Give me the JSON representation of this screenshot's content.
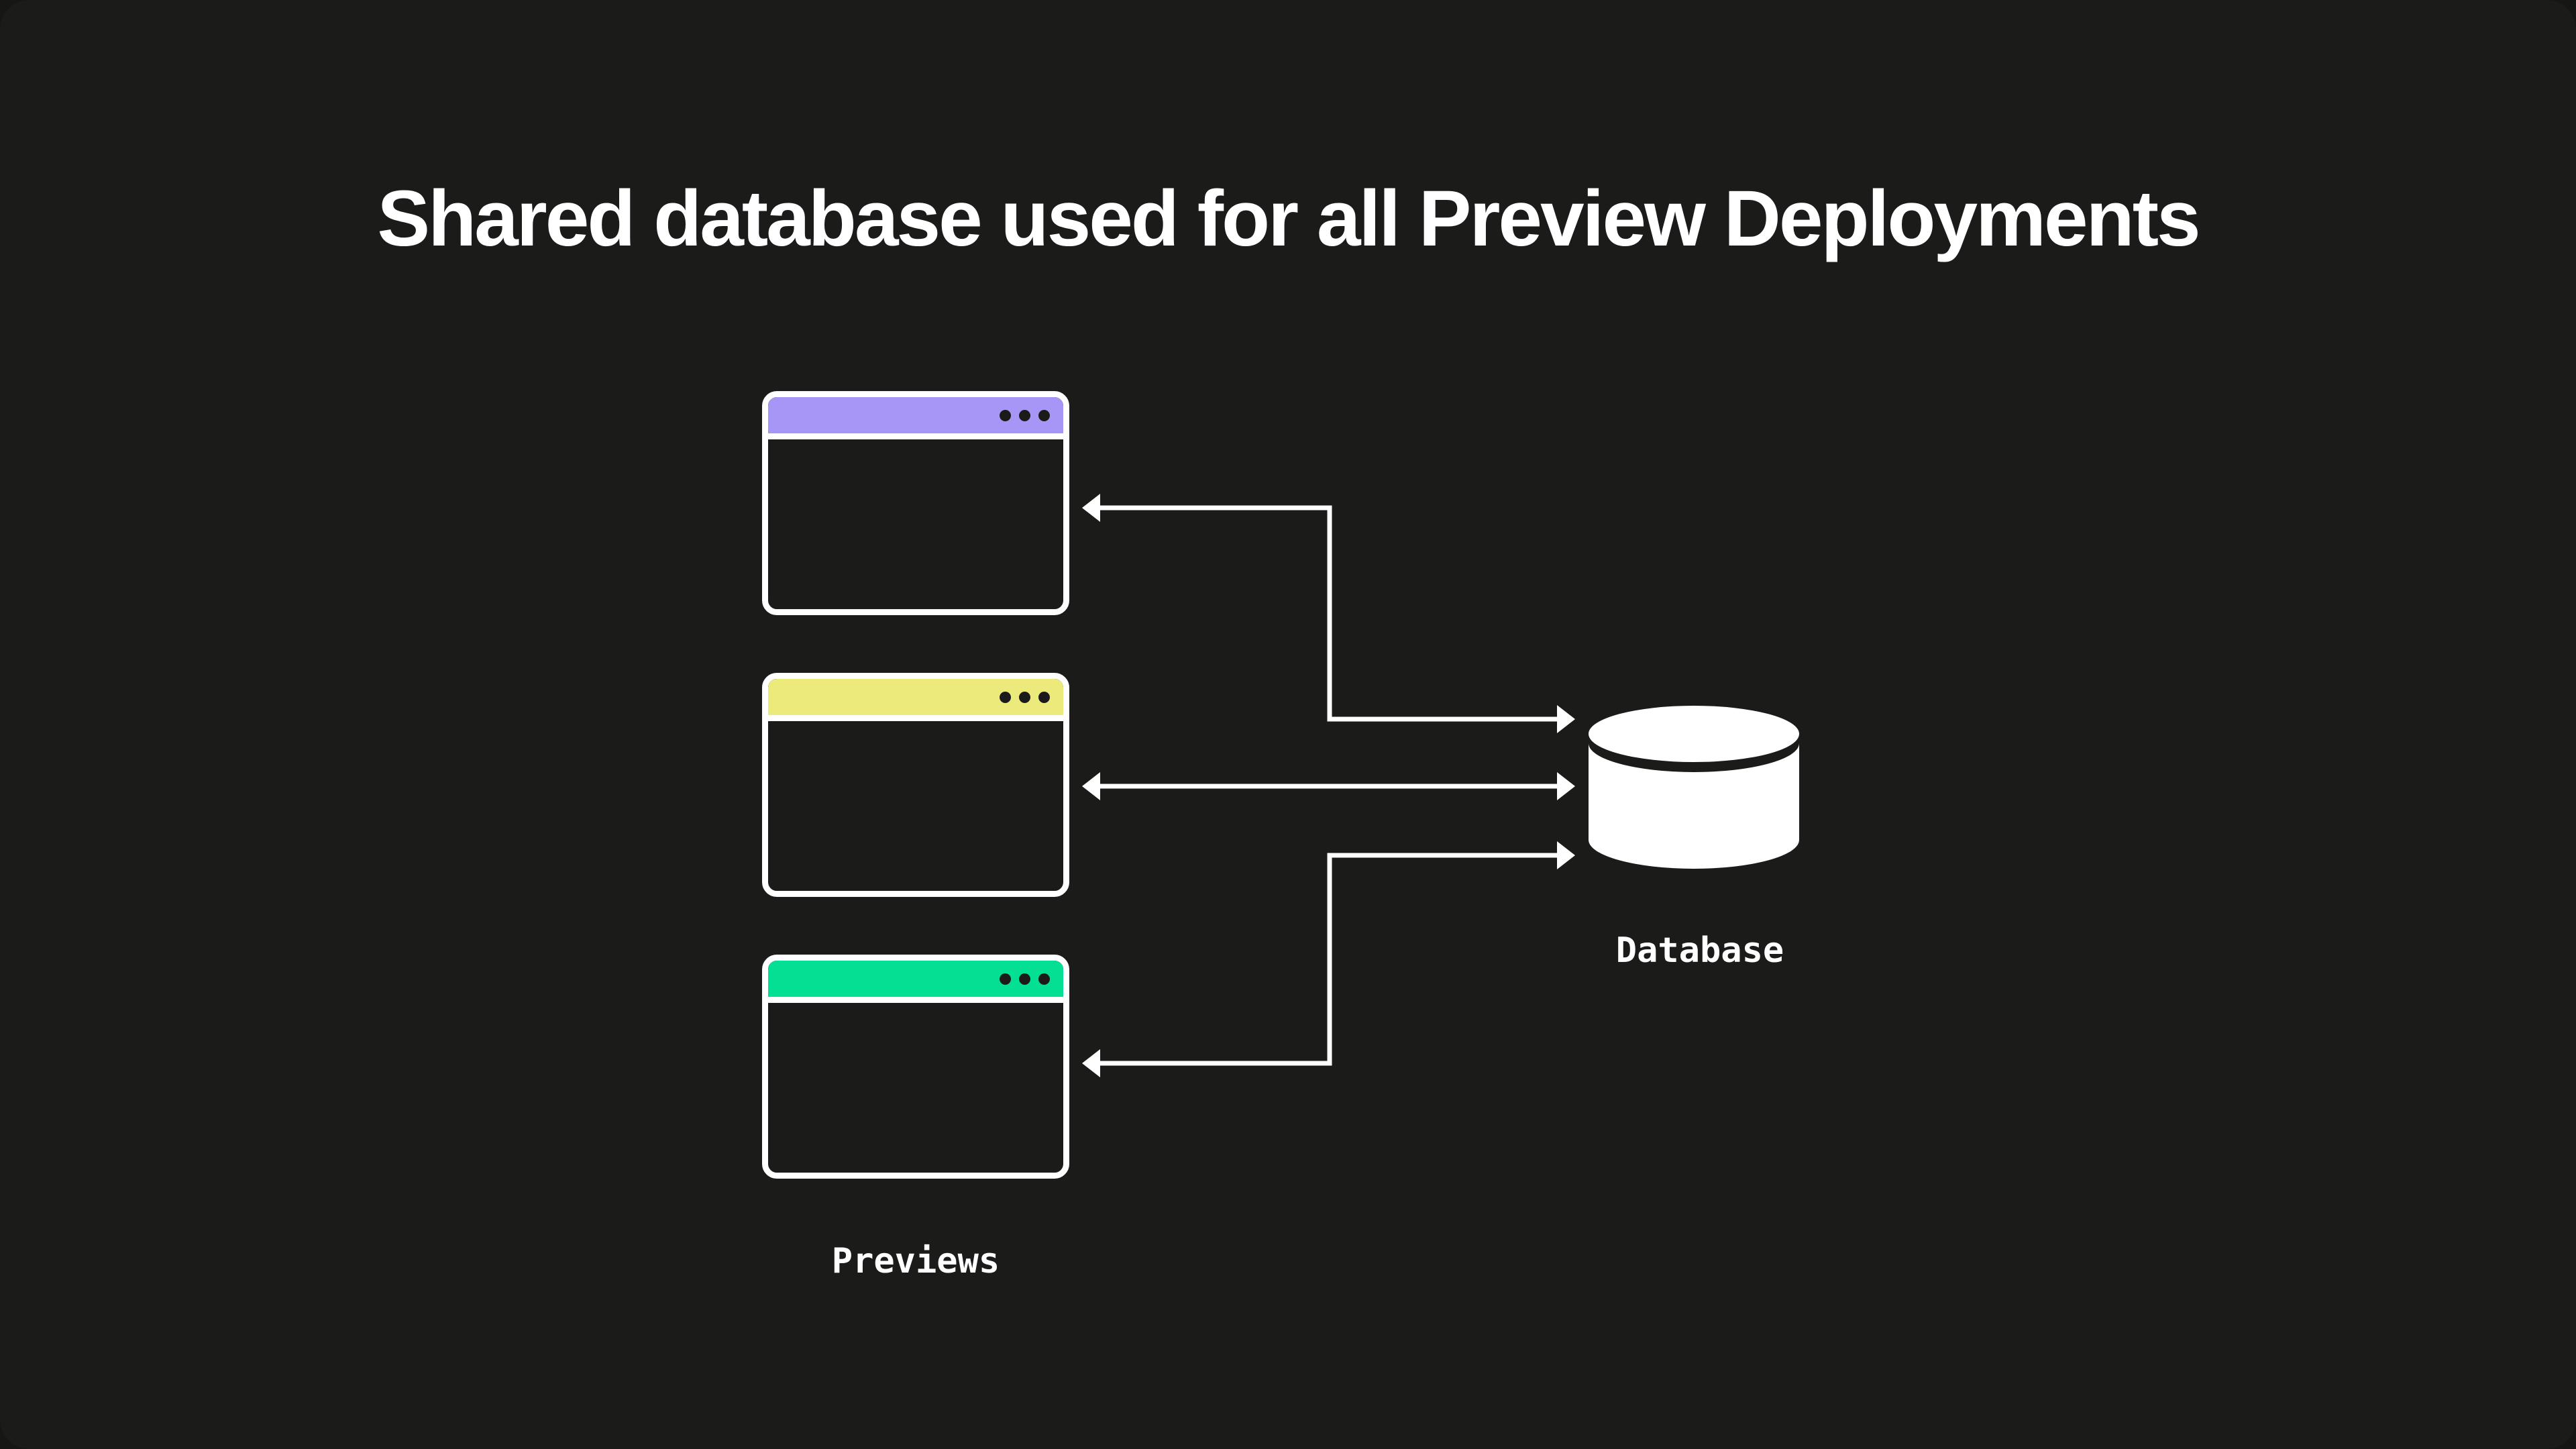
{
  "page": {
    "title": "Shared database used for all Preview Deployments"
  },
  "diagram": {
    "previews_label": "Previews",
    "database_label": "Database",
    "windows": [
      {
        "id": "preview-window-1",
        "bar_color": "#a896f7",
        "controls_icon": "three-dots"
      },
      {
        "id": "preview-window-2",
        "bar_color": "#ebea7a",
        "controls_icon": "three-dots"
      },
      {
        "id": "preview-window-3",
        "bar_color": "#03e093",
        "controls_icon": "three-dots"
      }
    ],
    "database_icon": "cylinder",
    "arrows": [
      {
        "between": [
          "preview-window-1",
          "database"
        ],
        "heads": "both",
        "shape": "elbow"
      },
      {
        "between": [
          "preview-window-2",
          "database"
        ],
        "heads": "both",
        "shape": "straight"
      },
      {
        "between": [
          "preview-window-3",
          "database"
        ],
        "heads": "both",
        "shape": "elbow"
      }
    ],
    "colors": {
      "background": "#1b1b1a",
      "foreground": "#ffffff",
      "window_bar_purple": "#a896f7",
      "window_bar_yellow": "#ebea7a",
      "window_bar_green": "#03e093"
    }
  }
}
